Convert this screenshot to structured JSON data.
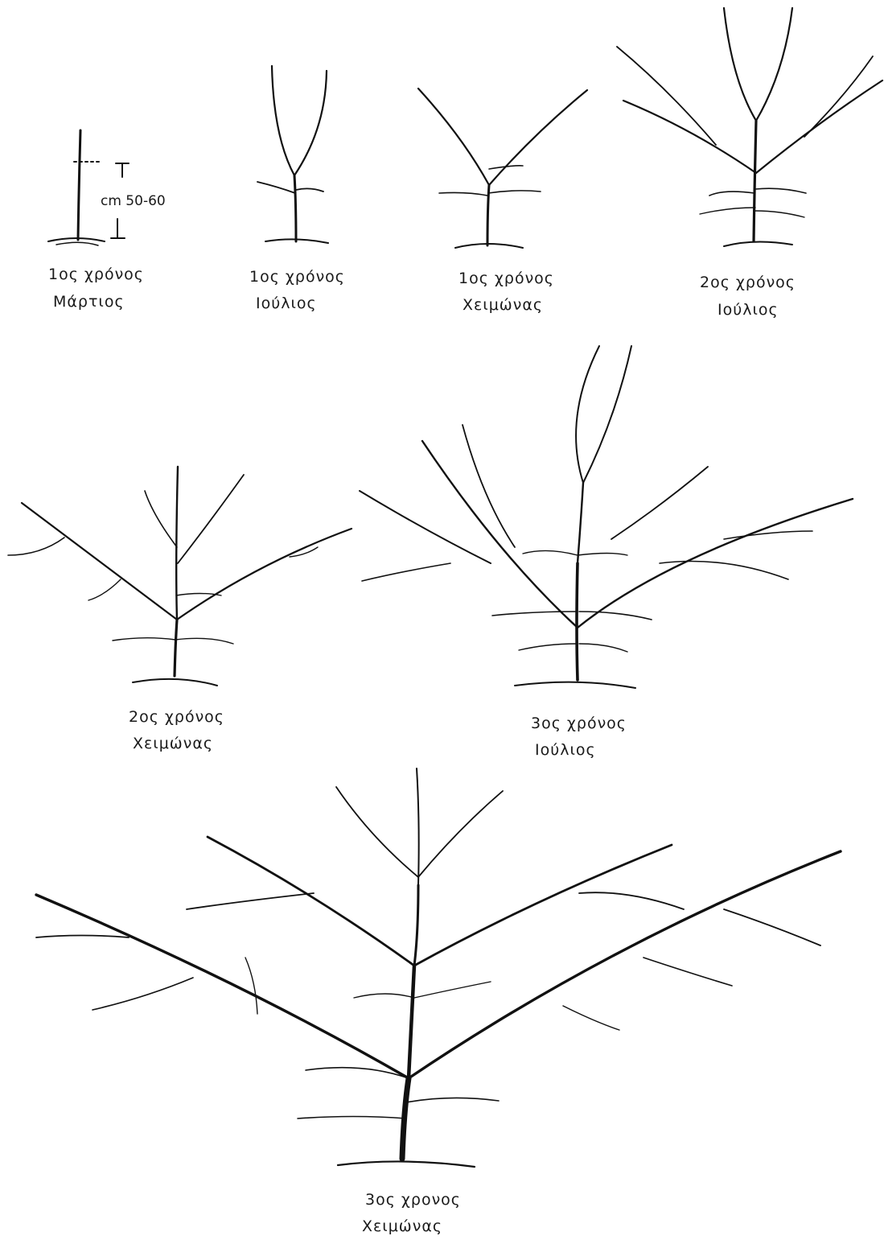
{
  "figure": {
    "measurement": "cm 50-60",
    "stages": [
      {
        "id": "s1",
        "year": "1ος χρόνος",
        "season": "Μάρτιος"
      },
      {
        "id": "s2",
        "year": "1ος χρόνος",
        "season": "Ιούλιος"
      },
      {
        "id": "s3",
        "year": "1ος χρόνος",
        "season": "Χειμώνας"
      },
      {
        "id": "s4",
        "year": "2ος χρόνος",
        "season": "Ιούλιος"
      },
      {
        "id": "s5",
        "year": "2ος χρόνος",
        "season": "Χειμώνας"
      },
      {
        "id": "s6",
        "year": "3ος χρόνος",
        "season": "Ιούλιος"
      },
      {
        "id": "s7",
        "year": "3ος χρονος",
        "season": "Χειμώνας"
      }
    ]
  }
}
